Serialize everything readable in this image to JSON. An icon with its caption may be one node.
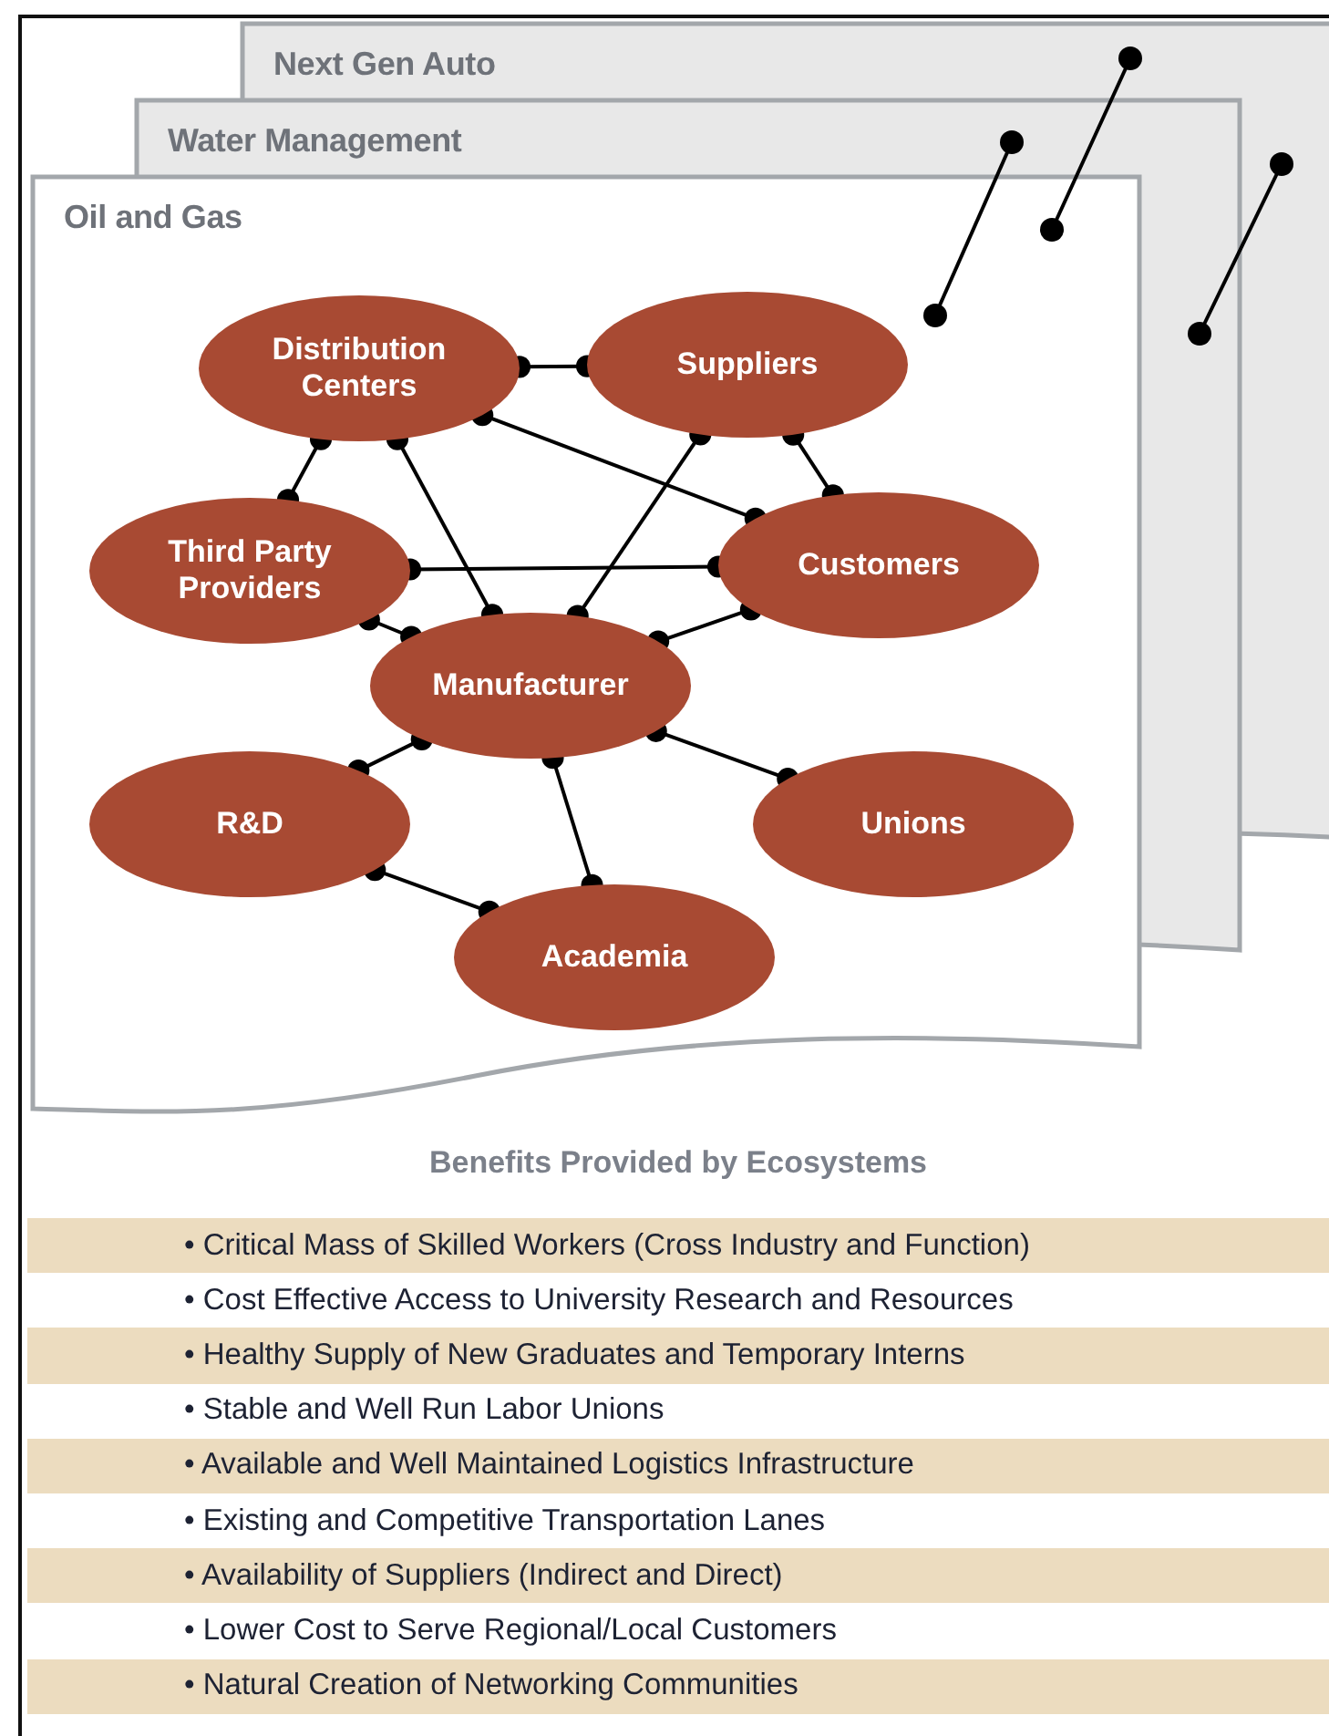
{
  "diagram": {
    "nodes": [
      {
        "text": [
          "Next Gen Auto"
        ]
      },
      {
        "text": [
          "Water Management"
        ]
      },
      {
        "text": [
          "Oil and Gas"
        ]
      },
      {
        "text": [
          "Distribution Centers"
        ],
        "in": 2
      },
      {
        "text": [
          "Suppliers"
        ],
        "in": 2
      },
      {
        "text": [
          "Third Party Providers"
        ],
        "in": 2
      },
      {
        "text": [
          "Customers"
        ],
        "in": 2
      },
      {
        "text": [
          "Manufacturer"
        ],
        "in": 2
      },
      {
        "text": [
          "R&D"
        ],
        "in": 2
      },
      {
        "text": [
          "Unions"
        ],
        "in": 2
      },
      {
        "text": [
          "Academia"
        ],
        "in": 2
      }
    ],
    "edges": [
      {
        "from": 3,
        "to": 4,
        "arrow": "other"
      },
      {
        "from": 3,
        "to": 5,
        "arrow": "other"
      },
      {
        "from": 3,
        "to": 7,
        "arrow": "other"
      },
      {
        "from": 3,
        "to": 6,
        "arrow": "other"
      },
      {
        "from": 4,
        "to": 7,
        "arrow": "other"
      },
      {
        "from": 4,
        "to": 6,
        "arrow": "other"
      },
      {
        "from": 5,
        "to": 6,
        "arrow": "other"
      },
      {
        "from": 5,
        "to": 7,
        "arrow": "other"
      },
      {
        "from": 7,
        "to": 6,
        "arrow": "other"
      },
      {
        "from": 7,
        "to": 8,
        "arrow": "other"
      },
      {
        "from": 7,
        "to": 10,
        "arrow": "other"
      },
      {
        "from": 7,
        "to": 9,
        "arrow": "other"
      },
      {
        "from": 8,
        "to": 10,
        "arrow": "other"
      }
    ],
    "labels": [
      "Benefits Provided by Ecosystems",
      "• Critical Mass of Skilled Workers (Cross Industry and Function)",
      "• Cost Effective Access to University Research and Resources",
      "• Healthy Supply of New Graduates and Temporary Interns",
      "• Stable and Well Run Labor Unions",
      "• Available and Well Maintained Logistics Infrastructure",
      "• Existing and Competitive Transportation Lanes",
      "• Availability of Suppliers (Indirect and Direct)",
      "• Lower Cost to Serve Regional/Local Customers",
      "• Natural Creation of Networking Communities"
    ]
  }
}
